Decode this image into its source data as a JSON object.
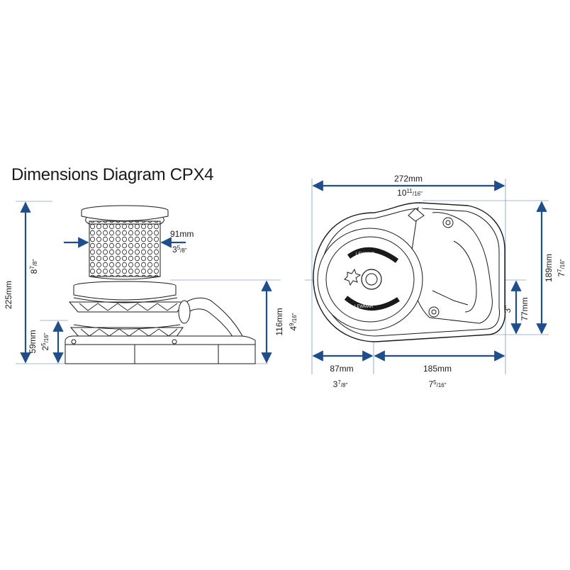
{
  "title": "Dimensions Diagram CPX4",
  "side_view": {
    "height_total": {
      "mm": "225mm",
      "in_whole": "8",
      "in_num": "7",
      "in_den": "8"
    },
    "drum_diameter": {
      "mm": "91mm",
      "in_whole": "3",
      "in_num": "5",
      "in_den": "8"
    },
    "height_base": {
      "mm": "59mm",
      "in_whole": "2",
      "in_num": "5",
      "in_den": "16"
    },
    "height_gypsy": {
      "mm": "116mm",
      "in_whole": "4",
      "in_num": "9",
      "in_den": "16"
    }
  },
  "top_view": {
    "width_total": {
      "mm": "272mm",
      "in_whole": "10",
      "in_num": "11",
      "in_den": "16"
    },
    "height_total": {
      "mm": "189mm",
      "in_whole": "7",
      "in_num": "7",
      "in_den": "16"
    },
    "offset_left": {
      "mm": "87mm",
      "in_whole": "3",
      "in_num": "7",
      "in_den": "8"
    },
    "offset_right": {
      "mm": "185mm",
      "in_whole": "7",
      "in_num": "5",
      "in_den": "16"
    },
    "offset_lower": {
      "mm": "77mm",
      "in_whole": "3\""
    },
    "brand_text": "LEWMAR"
  },
  "colors": {
    "dimension": "#1f4e8c",
    "outline": "#1a1a1a",
    "guide": "#4a72b0"
  }
}
